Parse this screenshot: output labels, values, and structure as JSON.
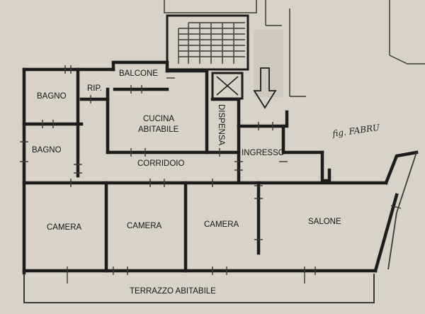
{
  "plan": {
    "rooms": {
      "bagno_1": "BAGNO",
      "rip": "RIP.",
      "balcone": "BALCONE",
      "cucina_1": "CUCINA",
      "cucina_2": "ABITABILE",
      "dispensa": "DISPENSA",
      "bagno_2": "BAGNO",
      "ingresso": "INGRESSO",
      "corridoio": "CORRIDOIO",
      "camera_1": "CAMERA",
      "camera_2": "CAMERA",
      "camera_3": "CAMERA",
      "salone": "SALONE",
      "terrazzo": "TERRAZZO ABITABILE"
    },
    "annotation": "fig. FABRU"
  },
  "colors": {
    "paper": "#d8d3c6",
    "wall": "#1d1d1b",
    "pale": "#cfc8bc"
  }
}
